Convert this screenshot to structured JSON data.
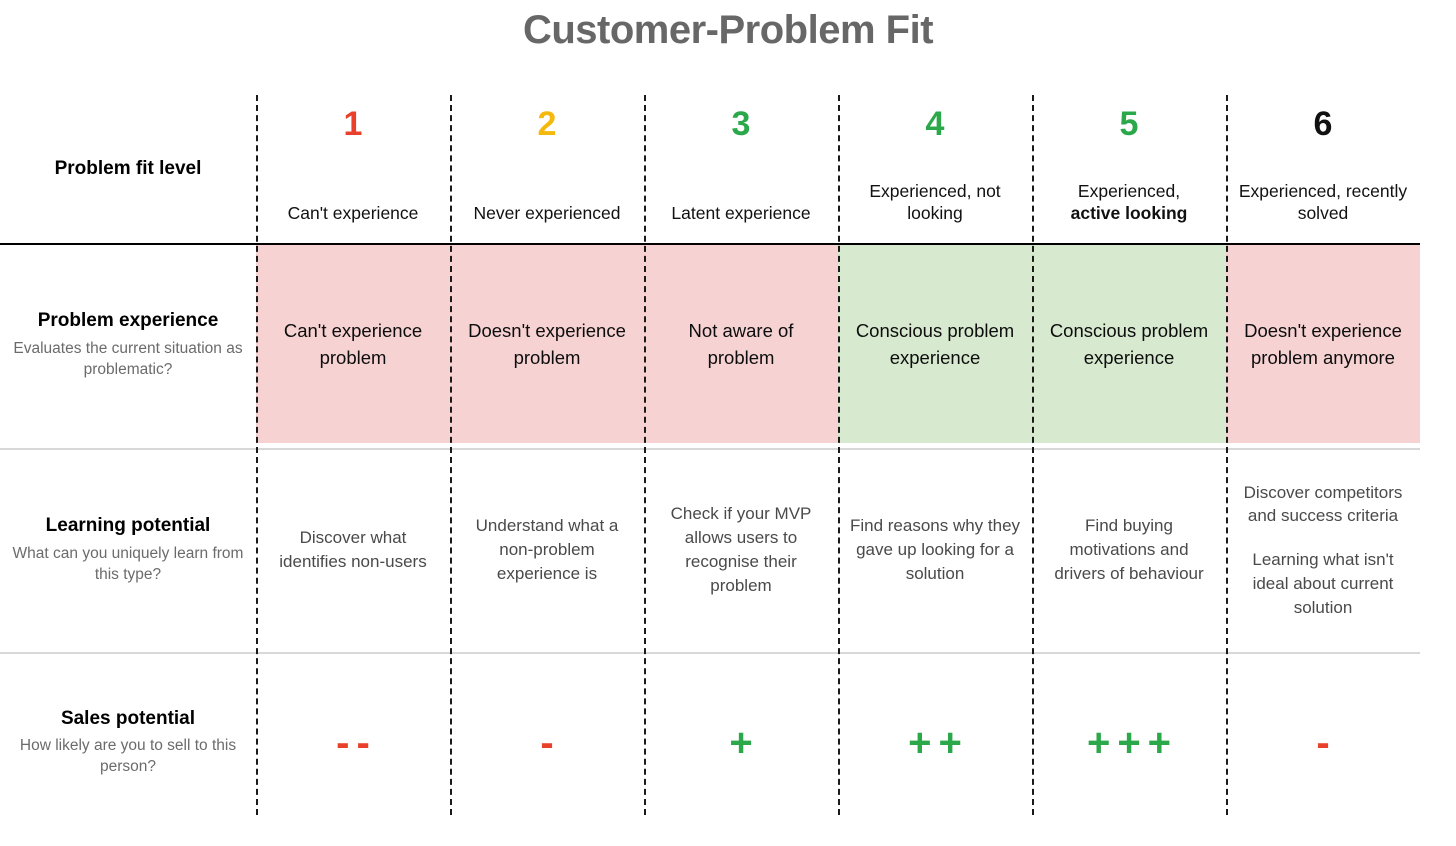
{
  "title": "Customer-Problem Fit",
  "colors": {
    "red": "#e8402a",
    "amber": "#f5b80c",
    "green": "#2ba84a",
    "black": "#111111",
    "pink_cell": "#f6d2d2",
    "green_cell": "#d7ead0",
    "title_gray": "#676767"
  },
  "header": {
    "row_label": "Problem fit level",
    "columns": [
      {
        "number": "1",
        "number_color": "#e8402a",
        "label": "Can't experience",
        "label_bold": ""
      },
      {
        "number": "2",
        "number_color": "#f5b80c",
        "label": "Never experienced",
        "label_bold": ""
      },
      {
        "number": "3",
        "number_color": "#2ba84a",
        "label": "Latent experience",
        "label_bold": ""
      },
      {
        "number": "4",
        "number_color": "#2ba84a",
        "label": "Experienced, not looking",
        "label_bold": ""
      },
      {
        "number": "5",
        "number_color": "#2ba84a",
        "label": "Experienced,",
        "label_bold": "active looking"
      },
      {
        "number": "6",
        "number_color": "#111111",
        "label": "Experienced, recently solved",
        "label_bold": ""
      }
    ]
  },
  "rows": [
    {
      "title": "Problem experience",
      "subtitle": "Evaluates the current situation as problematic?",
      "cells": [
        {
          "text": "Can't experience problem",
          "bg": "pink"
        },
        {
          "text": "Doesn't experience problem",
          "bg": "pink"
        },
        {
          "text": "Not aware of problem",
          "bg": "pink"
        },
        {
          "text": "Conscious problem experience",
          "bg": "green"
        },
        {
          "text": "Conscious problem experience",
          "bg": "green"
        },
        {
          "text": "Doesn't experience problem anymore",
          "bg": "pink"
        }
      ]
    },
    {
      "title": "Learning potential",
      "subtitle": "What can you uniquely learn from this type?",
      "cells": [
        {
          "paragraphs": [
            "Discover what identifies non-users"
          ]
        },
        {
          "paragraphs": [
            "Understand what a non-problem experience is"
          ]
        },
        {
          "paragraphs": [
            "Check if your MVP allows users to recognise their problem"
          ]
        },
        {
          "paragraphs": [
            "Find reasons why they gave up looking for a solution"
          ]
        },
        {
          "paragraphs": [
            "Find buying motivations and drivers of behaviour"
          ]
        },
        {
          "paragraphs": [
            "Discover competitors and success criteria",
            "Learning what isn't ideal about current solution"
          ]
        }
      ]
    },
    {
      "title": "Sales potential",
      "subtitle": "How likely are you to sell to this person?",
      "cells": [
        {
          "symbol": "-",
          "count": 2,
          "kind": "minus"
        },
        {
          "symbol": "-",
          "count": 1,
          "kind": "minus"
        },
        {
          "symbol": "+",
          "count": 1,
          "kind": "plus"
        },
        {
          "symbol": "+",
          "count": 2,
          "kind": "plus"
        },
        {
          "symbol": "+",
          "count": 3,
          "kind": "plus"
        },
        {
          "symbol": "-",
          "count": 1,
          "kind": "minus"
        }
      ]
    }
  ]
}
